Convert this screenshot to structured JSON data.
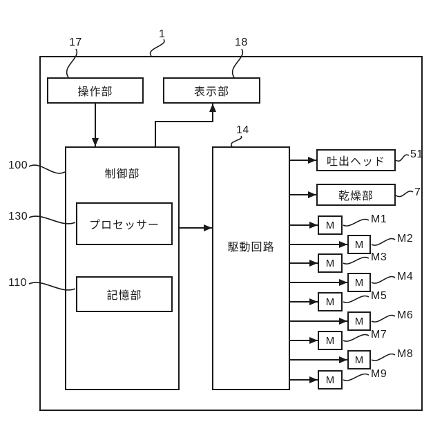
{
  "colors": {
    "ink": "#1a1a1a",
    "background": "#ffffff"
  },
  "refs": {
    "outer_frame": "1"
  },
  "blocks": {
    "operation": {
      "label": "操作部",
      "ref": "17"
    },
    "display": {
      "label": "表示部",
      "ref": "18"
    },
    "control": {
      "label": "制御部",
      "ref": "100"
    },
    "processor": {
      "label": "プロセッサー",
      "ref": "130"
    },
    "memory": {
      "label": "記憶部",
      "ref": "110"
    },
    "drive_circuit": {
      "label": "駆動回路",
      "ref": "14"
    },
    "discharge_head": {
      "label": "吐出ヘッド",
      "ref": "51"
    },
    "drying_unit": {
      "label": "乾燥部",
      "ref": "7"
    }
  },
  "motors": [
    {
      "label": "M",
      "ref": "M1"
    },
    {
      "label": "M",
      "ref": "M2"
    },
    {
      "label": "M",
      "ref": "M3"
    },
    {
      "label": "M",
      "ref": "M4"
    },
    {
      "label": "M",
      "ref": "M5"
    },
    {
      "label": "M",
      "ref": "M6"
    },
    {
      "label": "M",
      "ref": "M7"
    },
    {
      "label": "M",
      "ref": "M8"
    },
    {
      "label": "M",
      "ref": "M9"
    }
  ]
}
